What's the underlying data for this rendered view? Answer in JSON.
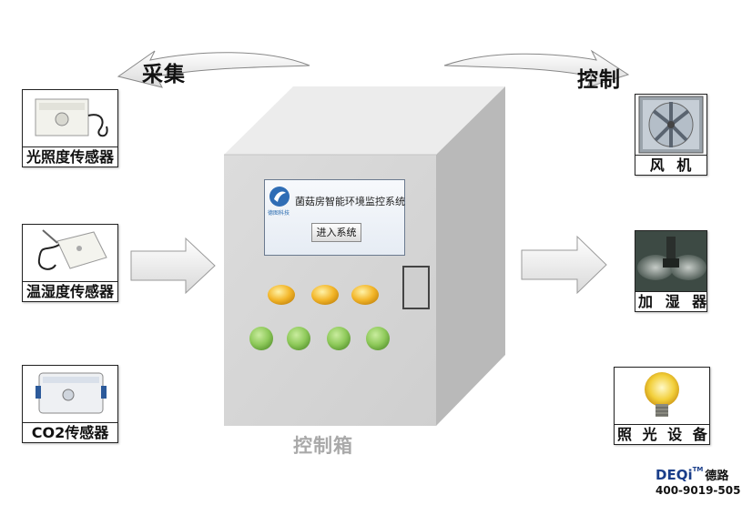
{
  "flow": {
    "collect": "采集",
    "control": "控制"
  },
  "sensors": [
    {
      "label": "光照度传感器",
      "icon": "light-sensor-icon"
    },
    {
      "label": "温湿度传感器",
      "icon": "humidity-sensor-icon"
    },
    {
      "label": "CO2传感器",
      "icon": "co2-sensor-icon"
    }
  ],
  "actuators": [
    {
      "label": "风 机",
      "icon": "fan-icon"
    },
    {
      "label": "加 湿 器",
      "icon": "humidifier-icon"
    },
    {
      "label": "照 光 设 备",
      "icon": "light-bulb-icon"
    }
  ],
  "cabinet": {
    "screen_title": "菌菇房智能环境监控系统",
    "logo_text": "德图科技",
    "enter_button": "进入系统",
    "label": "控制箱",
    "indicator_light_color": "#f3b62a",
    "button_color": "#8ec95a",
    "body_color": "#d7d7d7"
  },
  "brand": {
    "logo": "DEQi",
    "tm": "TM",
    "name_cn": "德路",
    "phone": "400-9019-505"
  }
}
